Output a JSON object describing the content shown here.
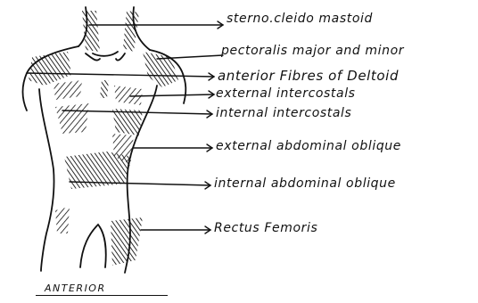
{
  "labels": [
    {
      "text": "sterno.cleido mastoid"
    },
    {
      "text": "pectoralis major and minor"
    },
    {
      "text": "anterior Fibres of Deltoid"
    },
    {
      "text": "external intercostals"
    },
    {
      "text": "internal intercostals"
    },
    {
      "text": "external abdominal oblique"
    },
    {
      "text": "internal abdominal oblique"
    },
    {
      "text": "Rectus Femoris"
    }
  ],
  "caption": "ANTERIOR",
  "colors": {
    "ink": "#111111",
    "paper": "#ffffff"
  }
}
